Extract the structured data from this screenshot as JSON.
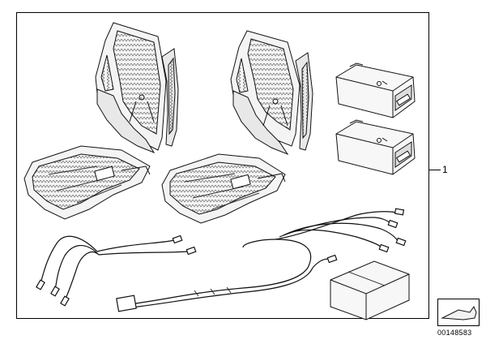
{
  "callout": {
    "number": "1"
  },
  "reference": {
    "code": "00148583"
  },
  "parts": [
    {
      "name": "backrest-heating-mat-left",
      "icon": "seat-back-heater"
    },
    {
      "name": "backrest-heating-mat-right",
      "icon": "seat-back-heater"
    },
    {
      "name": "seat-cushion-heating-mat-left",
      "icon": "seat-cushion-heater"
    },
    {
      "name": "seat-cushion-heating-mat-right",
      "icon": "seat-cushion-heater"
    },
    {
      "name": "control-module-upper",
      "icon": "control-unit"
    },
    {
      "name": "control-module-lower",
      "icon": "control-unit"
    },
    {
      "name": "wiring-harness-left",
      "icon": "wire-harness"
    },
    {
      "name": "wiring-harness-right",
      "icon": "wire-harness"
    },
    {
      "name": "small-parts-box",
      "icon": "box"
    }
  ]
}
